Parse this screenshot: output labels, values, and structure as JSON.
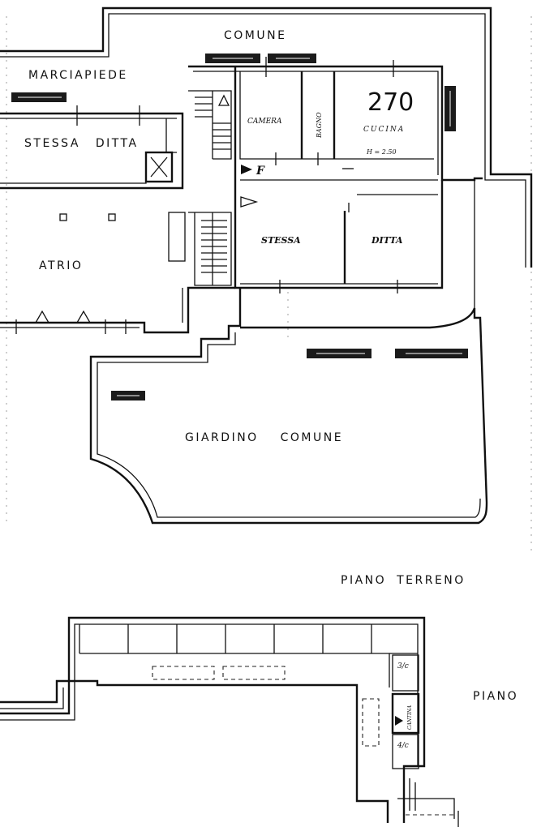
{
  "plan_number": "270",
  "labels": {
    "comune": "COMUNE",
    "marciapiede": "MARCIAPIEDE",
    "stessa_ditta_left": "STESSA DITTA",
    "atrio": "ATRIO",
    "giardino_comune": "GIARDINO COMUNE",
    "piano_terreno": "PIANO TERRENO",
    "piano": "PIANO"
  },
  "rooms": {
    "camera": "CAMERA",
    "bagno": "BAGNO",
    "cucina": "CUCINA",
    "height": "H = 2.50",
    "stessa": "STESSA",
    "ditta": "DITTA",
    "f_marker": "F"
  },
  "cellars": {
    "c3": "3/c",
    "c4": "4/c",
    "cantina": "CANTINA"
  }
}
